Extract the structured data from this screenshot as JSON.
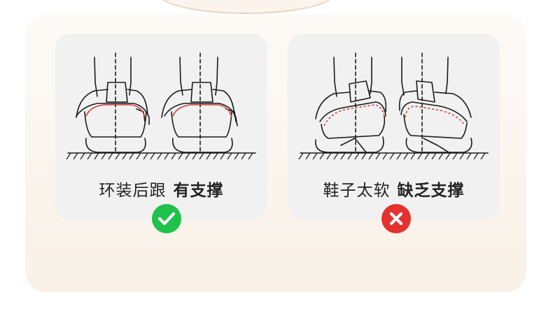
{
  "good_card": {
    "caption_light": "环装后跟",
    "caption_bold": "有支撑",
    "badge_icon": "check-icon",
    "badge_color": "#1fc24a",
    "outline_color": "#d23c3c"
  },
  "bad_card": {
    "caption_light": "鞋子太软",
    "caption_bold": "缺乏支撑",
    "badge_icon": "cross-icon",
    "badge_color": "#e3322f",
    "outline_color": "#d23c3c"
  }
}
